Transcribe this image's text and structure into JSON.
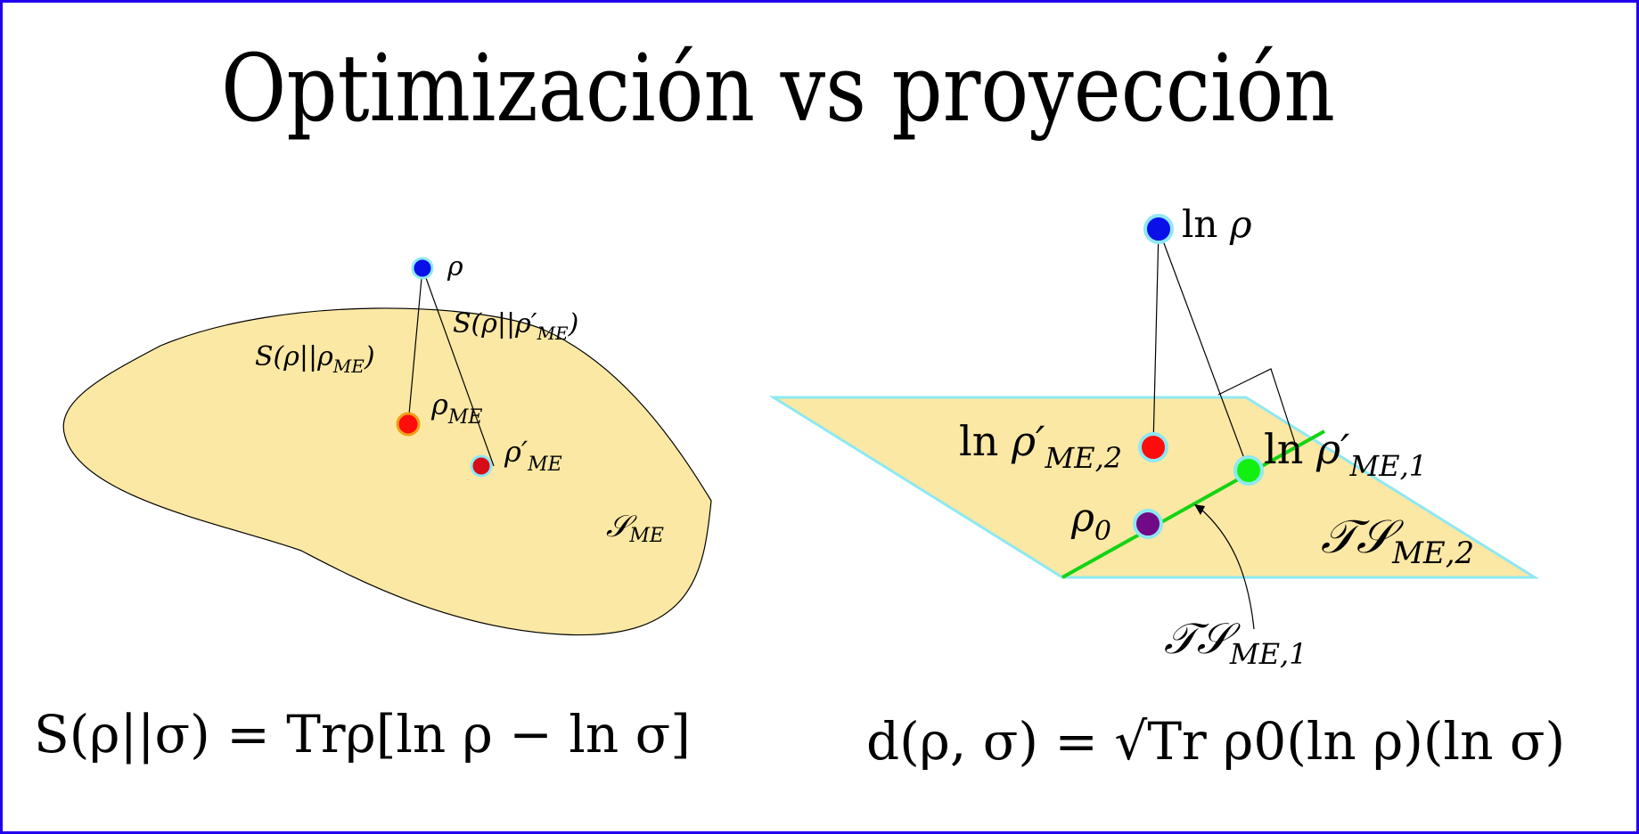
{
  "title": "Optimización vs proyección",
  "colors": {
    "border": "#2200ee",
    "region_fill": "#fbe8a4",
    "plane_edge": "#8ee8f2",
    "point_blue": "#0a10e8",
    "point_red": "#ff0c0c",
    "point_green": "#12f012",
    "point_purple": "#700a86",
    "tangent_line": "#14d314"
  },
  "left_diagram": {
    "point_rho": "ρ",
    "point_rho_me": "ρME",
    "point_rho_me_prime": "ρ′ME",
    "rel_entropy_label": "S(ρ||ρME)",
    "rel_entropy_prime_label": "S(ρ||ρ′ME)",
    "manifold_label": "𝒮ME",
    "formula": "S(ρ||σ) = Trρ[ln ρ − ln σ]"
  },
  "right_diagram": {
    "point_ln_rho": "ln ρ",
    "point_ln_rho_me2": "ln ρ′ME,2",
    "point_ln_rho_me1": "ln ρ′ME,1",
    "point_rho0": "ρ0",
    "plane_label": "𝒯𝒮ME,2",
    "line_label": "𝒯𝒮ME,1",
    "formula": "d(ρ, σ) = √Tr ρ0(ln ρ)(ln σ)"
  }
}
